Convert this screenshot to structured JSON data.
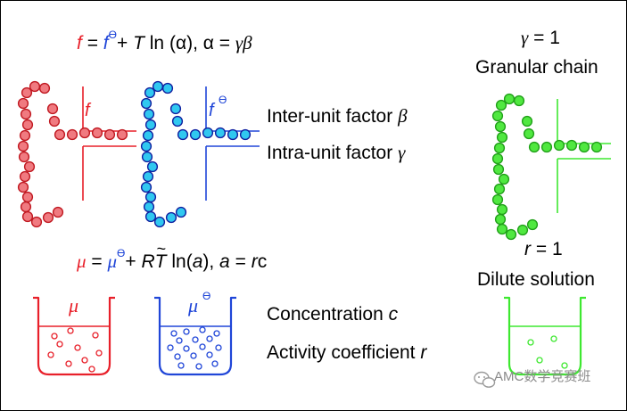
{
  "colors": {
    "red": "#e8202a",
    "red_fill": "#f07a80",
    "blue": "#2046d8",
    "blue_fill": "#30c8f0",
    "green": "#3ee830",
    "green_fill": "#50e840",
    "text": "#000000"
  },
  "top": {
    "eq": {
      "f": "f",
      "eq1": "=",
      "f0": "f",
      "theta": "ϴ",
      "plus": "+",
      "T": "T",
      "ln": "ln (α), α =",
      "gamma": "γ",
      "beta": "β"
    },
    "f_label": "f",
    "f0_label": "f",
    "f0_sup": "ϴ",
    "inter_unit": "Inter-unit factor",
    "inter_sym": "β",
    "intra_unit": "Intra-unit factor",
    "intra_sym": "γ",
    "gamma_eq_sym": "γ",
    "gamma_eq_val": "= 1",
    "granular_chain": "Granular chain"
  },
  "bottom": {
    "eq": {
      "mu": "μ",
      "eq1": "=",
      "mu0": "μ",
      "theta": "ϴ",
      "plus": "+",
      "R": "R",
      "T": "T",
      "tilde": "~",
      "ln": "ln(",
      "a": "a",
      "close": "),",
      "a2": "a",
      "eq2": "=",
      "r": "r",
      "c": "c"
    },
    "mu_label": "μ",
    "mu0_label": "μ",
    "mu0_sup": "ϴ",
    "concentration": "Concentration",
    "conc_sym": "c",
    "activity": "Activity coefficient",
    "act_sym": "r",
    "r_eq_sym": "r",
    "r_eq_val": "= 1",
    "dilute": "Dilute solution"
  },
  "watermark": "AMC数学竞赛班"
}
